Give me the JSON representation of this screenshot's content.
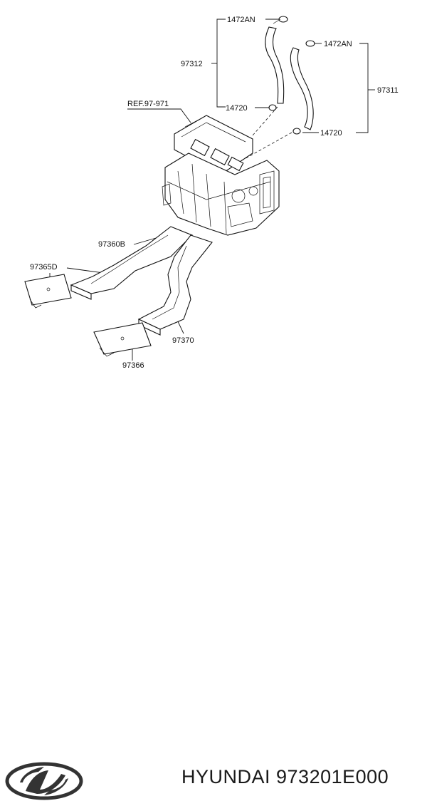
{
  "diagram": {
    "labels": {
      "p1472an_top": "1472AN",
      "p1472an_right": "1472AN",
      "p97312": "97312",
      "p97311": "97311",
      "ref": "REF.97-971",
      "p14720_left": "14720",
      "p14720_right": "14720",
      "p97360b": "97360B",
      "p97365d": "97365D",
      "p97370": "97370",
      "p97366": "97366"
    }
  },
  "footer": {
    "brand_part": "HYUNDAI 973201E000",
    "logo_icon": "hyundai-logo-icon"
  }
}
